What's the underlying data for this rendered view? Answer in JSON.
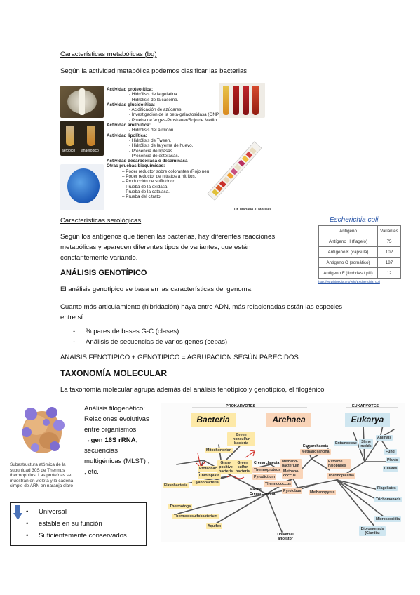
{
  "metabolic": {
    "heading": "Características metabólicas (bq)",
    "intro": "Según la actividad metabólica podemos clasificar las bacterias.",
    "figure": {
      "photo_labels": [
        "aerobico",
        "anaerobico"
      ],
      "lines": [
        {
          "text": "Actividad proteolítica:",
          "bold": true,
          "indent": 0
        },
        {
          "text": "- Hidrólisis de la gelatina.",
          "bold": false,
          "indent": 1
        },
        {
          "text": "- Hidrólisis de la caseína.",
          "bold": false,
          "indent": 1
        },
        {
          "text": "Actividad glucidolítica:",
          "bold": true,
          "indent": 0
        },
        {
          "text": "- Acidificación de azúcares.",
          "bold": false,
          "indent": 1
        },
        {
          "text": "- Investigación de la beta-galactosidasa (ONPG).",
          "bold": false,
          "indent": 1
        },
        {
          "text": "- Prueba de Voges-Proskauer/Rojo de Metilo.",
          "bold": false,
          "indent": 1
        },
        {
          "text": "Actividad amilolítica:",
          "bold": true,
          "indent": 0
        },
        {
          "text": "- Hidrólisis del almidón",
          "bold": false,
          "indent": 1
        },
        {
          "text": "Actividad lipolítica:",
          "bold": true,
          "indent": 0
        },
        {
          "text": "- Hidrólisis de Tween.",
          "bold": false,
          "indent": 1
        },
        {
          "text": "- Hidrólisis de la yema de huevo.",
          "bold": false,
          "indent": 1
        },
        {
          "text": "- Presencia de lipasas.",
          "bold": false,
          "indent": 1
        },
        {
          "text": "- Presencia de esterasas.",
          "bold": false,
          "indent": 1
        },
        {
          "text": "Actividad decarboxilasa o desaminasa",
          "bold": true,
          "indent": 0
        },
        {
          "text": "Otras pruebas bioquímicas:",
          "bold": true,
          "indent": 0
        },
        {
          "text": "–   Poder reductor sobre colorantes (Rojo neu",
          "bold": false,
          "indent": 2
        },
        {
          "text": "–   Poder reductor de nitratos a nitritos.",
          "bold": false,
          "indent": 2
        },
        {
          "text": "–   Producción de sulfhídrico.",
          "bold": false,
          "indent": 2
        },
        {
          "text": "–   Prueba de la oxidasa.",
          "bold": false,
          "indent": 2
        },
        {
          "text": "–   Prueba de la catalasa.",
          "bold": false,
          "indent": 2
        },
        {
          "text": "–   Prueba del citrato.",
          "bold": false,
          "indent": 2
        }
      ],
      "credit": "Dr. Mariano J. Morales"
    }
  },
  "serologic": {
    "heading": "Características serológicas",
    "lines": [
      "Según los antígenos que tienen las bacterias, hay diferentes reacciones",
      "metabólicas y aparecen diferentes tipos de variantes, que están",
      "constantemente variando."
    ],
    "ecoli": {
      "title": "Escherichia coli",
      "headers": [
        "Antígeno",
        "Variantes"
      ],
      "rows": [
        [
          "Antígeno H (flagelo)",
          "75"
        ],
        [
          "Antígeno K (capsula)",
          "102"
        ],
        [
          "Antígeno O (somático)",
          "187"
        ],
        [
          "Antígeno F (fimbrias / pili)",
          "12"
        ]
      ],
      "link": "http://es.wikipedia.org/wiki/Escherichia_coli"
    }
  },
  "genotypic": {
    "heading": "ANÁLISIS GENOTÍPICO",
    "p1": "El análisis genotípico se basa en las características del genoma:",
    "p2a": "Cuanto más articulamiento (hibridación) haya entre ADN, más relacionadas están las especies",
    "p2b": "entre sí.",
    "items": [
      "% pares de bases G-C (clases)",
      "Análisis de secuencias de varios genes (cepas)"
    ],
    "equation": "ANÁISIS FENOTIPICO + GENOTIPICO = AGRUPACION SEGÚN PARECIDOS"
  },
  "molecular": {
    "heading": "TAXONOMÍA MOLECULAR",
    "intro": "La taxonomía molecular agrupa además del análisis fenotípico y genotípico, el filogénico",
    "phylo": {
      "l1": "Análisis filogenético:",
      "l2": "Relaciones evolutivas",
      "l3": "entre organismos",
      "l4_prefix": "→",
      "l4_bold": "gen 16S rRNA",
      "l4_suffix": ",",
      "l5": "secuencias",
      "l6": "multigénicas (MLST) ,",
      "l7": ", etc."
    },
    "ribosome_caption": [
      "Subestructura atómica de la",
      "subunidad 30S de Thermus",
      "thermophilus. Las proteínas se",
      "muestran en violeta y la cadena",
      "simple de ARN en naranja claro"
    ],
    "bullets": [
      "Universal",
      "estable en su función",
      "Suficientemente conservados"
    ],
    "tree": {
      "prokaryotes": "PROKARYOTES",
      "eukaryotes": "EUKARYOTES",
      "bacteria": "Bacteria",
      "archaea": "Archaea",
      "eukarya": "Eukarya",
      "universal": "Universal ancestor",
      "labels": {
        "green_nonsulfur": "Green nonsulfur bacteria",
        "mitochondrion": "Mitochondrion",
        "proteobacteria": "Proteobacteria",
        "chloroplast": "Chloroplast",
        "cyanobacteria": "Cyanobacteria",
        "flavobacteria": "Flavobacteria",
        "green_sulfur": "Green sulfur bacteria",
        "gram_positive": "Gram-positive bacteria",
        "thermotoga": "Thermotoga",
        "thermodesulfo": "Thermodesulfobacterium",
        "aquifex": "Aquifex",
        "crenarchaeota": "Crenarchaeota",
        "thermoproteus": "Thermoproteus",
        "pyrodictium": "Pyrodictium",
        "thermococcus": "Thermococcus",
        "pyrolobus": "Pyrolobus",
        "methanopyrus": "Methanopyrus",
        "marine_cren": "Marine Crenarchaeota",
        "euryarchaeota": "Euryarchaeota",
        "methanosarcina": "Methanosarcina",
        "methanobacterium": "Methano-bacterium",
        "methanococcus": "Methano-coccus",
        "extreme_halophiles": "Extreme halophiles",
        "thermoplasma": "Thermoplasma",
        "entamoebae": "Entamoebae",
        "slime_molds": "Slime molds",
        "animals": "Animals",
        "fungi": "Fungi",
        "plants": "Plants",
        "ciliates": "Ciliates",
        "flagellates": "Flagellates",
        "trichomonads": "Trichomonads",
        "microsporidia": "Microsporidia",
        "diplomonads": "Diplomonads (Giardia)"
      }
    }
  }
}
